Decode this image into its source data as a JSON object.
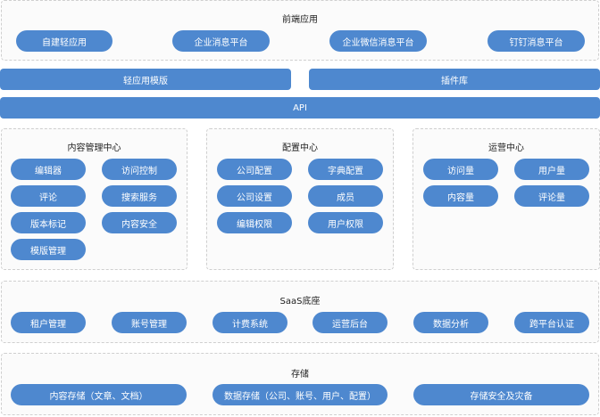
{
  "frontend": {
    "title": "前端应用",
    "items": [
      "自建轻应用",
      "企业消息平台",
      "企业微信消息平台",
      "钉钉消息平台"
    ]
  },
  "middle": {
    "template": "轻应用模版",
    "plugin": "插件库",
    "api": "API"
  },
  "content_center": {
    "title": "内容管理中心",
    "items": [
      "编辑器",
      "访问控制",
      "评论",
      "搜索服务",
      "版本标记",
      "内容安全",
      "模版管理"
    ]
  },
  "config_center": {
    "title": "配置中心",
    "items": [
      "公司配置",
      "字典配置",
      "公司设置",
      "成员",
      "编辑权限",
      "用户权限"
    ]
  },
  "ops_center": {
    "title": "运营中心",
    "items": [
      "访问量",
      "用户量",
      "内容量",
      "评论量"
    ]
  },
  "saas": {
    "title": "SaaS底座",
    "items": [
      "租户管理",
      "账号管理",
      "计费系统",
      "运营后台",
      "数据分析",
      "跨平台认证"
    ]
  },
  "storage": {
    "title": "存储",
    "items": [
      "内容存储（文章、文档）",
      "数据存储（公司、账号、用户、配置）",
      "存储安全及灾备"
    ]
  },
  "colors": {
    "accent": "#4e88cf",
    "frame_border": "#cfcfcf",
    "frame_bg": "#fbfbfb"
  }
}
